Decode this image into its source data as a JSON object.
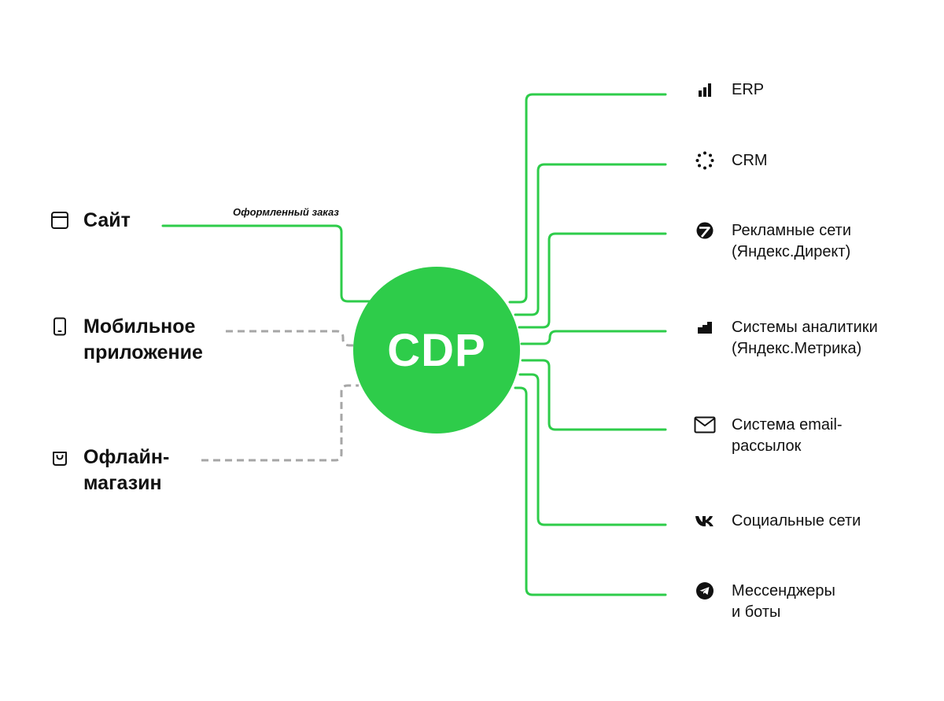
{
  "colors": {
    "accent": "#2ecc4a",
    "dashed": "#a6a6a6",
    "text": "#111111"
  },
  "hub": {
    "label": "CDP"
  },
  "edge_label": "Оформленный заказ",
  "sources": [
    {
      "label": "Сайт",
      "icon": "browser-window-icon",
      "link": "solid"
    },
    {
      "label": "Мобильное\nприложение",
      "icon": "smartphone-icon",
      "link": "dashed"
    },
    {
      "label": "Офлайн-\nмагазин",
      "icon": "shopping-bag-icon",
      "link": "dashed"
    }
  ],
  "destinations": [
    {
      "label": "ERP",
      "icon": "bar-chart-icon"
    },
    {
      "label": "CRM",
      "icon": "dotted-circle-icon"
    },
    {
      "label": "Рекламные сети\n(Яндекс.Директ)",
      "icon": "yandex-direct-icon"
    },
    {
      "label": "Системы аналитики\n(Яндекс.Метрика)",
      "icon": "yandex-metrica-icon"
    },
    {
      "label": "Система email-\nрассылок",
      "icon": "envelope-icon"
    },
    {
      "label": "Социальные сети",
      "icon": "vk-icon"
    },
    {
      "label": "Мессенджеры\nи боты",
      "icon": "telegram-icon"
    }
  ]
}
